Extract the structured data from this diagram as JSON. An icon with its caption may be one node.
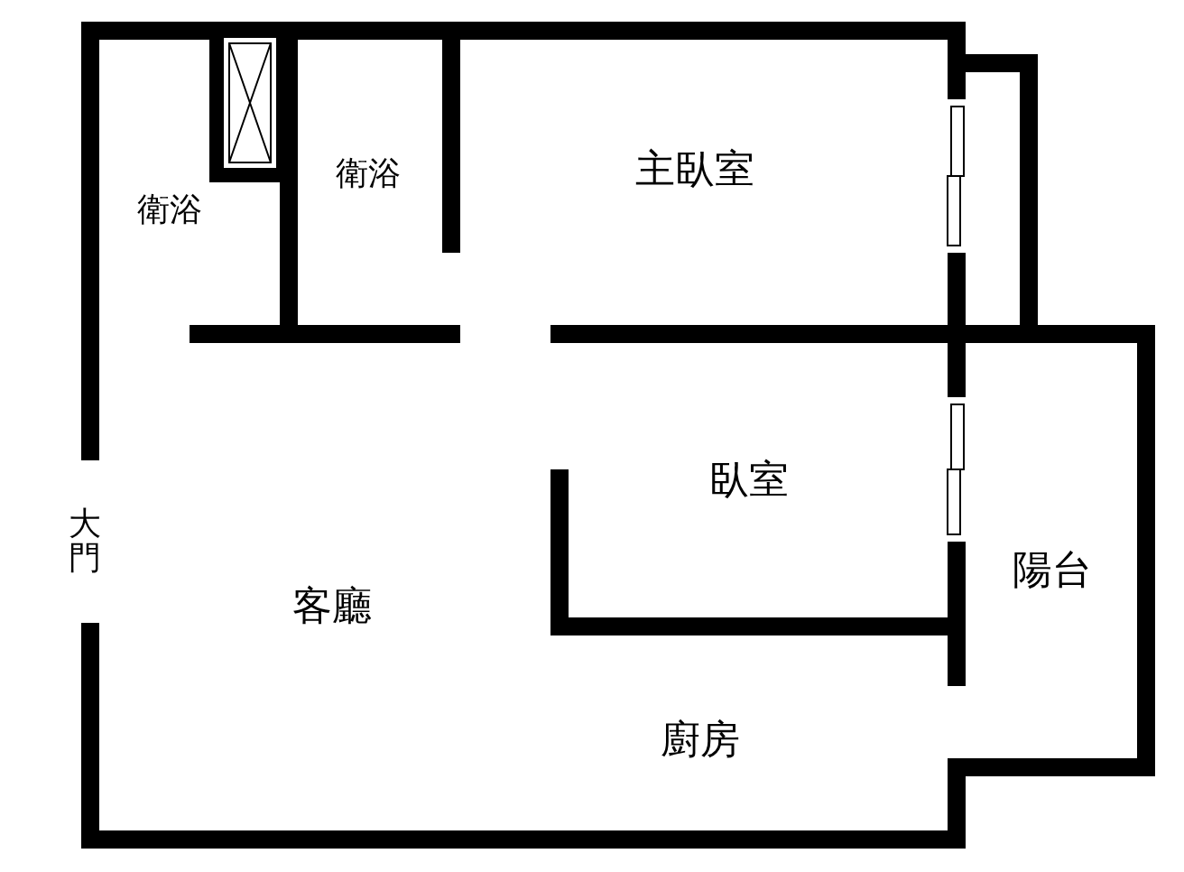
{
  "diagram": {
    "labels": [
      "衛浴",
      "主臥室",
      "衛浴",
      "臥室",
      "大門",
      "陽台",
      "客廳",
      "廚房"
    ]
  }
}
